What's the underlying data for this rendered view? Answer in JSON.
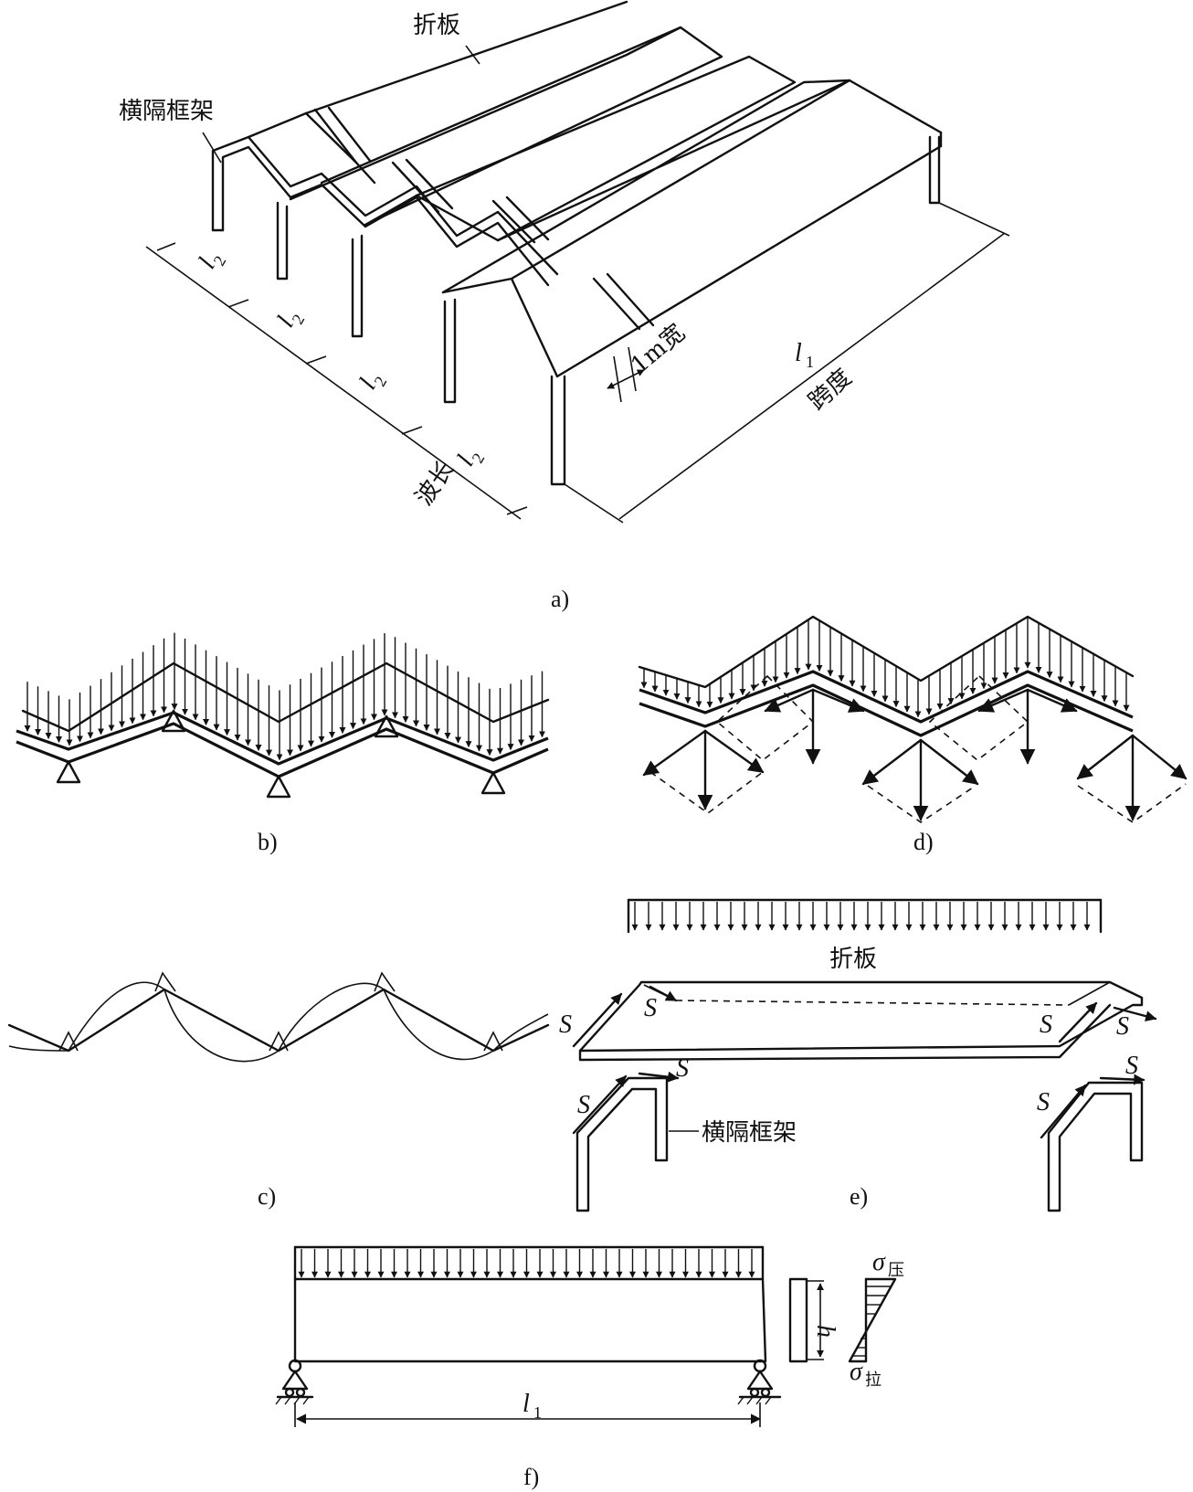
{
  "panel_a": {
    "folded_plate_label": "折板",
    "diaphragm_label": "横隔框架",
    "l2_symbol": "l",
    "l2_sub": "2",
    "wavelength_label": "波长",
    "width_label": "1m宽",
    "l1_symbol": "l",
    "l1_sub": "1",
    "span_label": "跨度",
    "caption": "a)"
  },
  "panel_b": {
    "caption": "b)"
  },
  "panel_c": {
    "caption": "c)"
  },
  "panel_d": {
    "caption": "d)"
  },
  "panel_e": {
    "folded_plate_label": "折板",
    "shear_symbol": "S",
    "diaphragm_label": "横隔框架",
    "caption": "e)"
  },
  "panel_f": {
    "h_label": "h",
    "sigma_symbol": "σ",
    "compression_sub": "压",
    "tension_sub": "拉",
    "l1_symbol": "l",
    "l1_sub": "1",
    "caption": "f)"
  }
}
